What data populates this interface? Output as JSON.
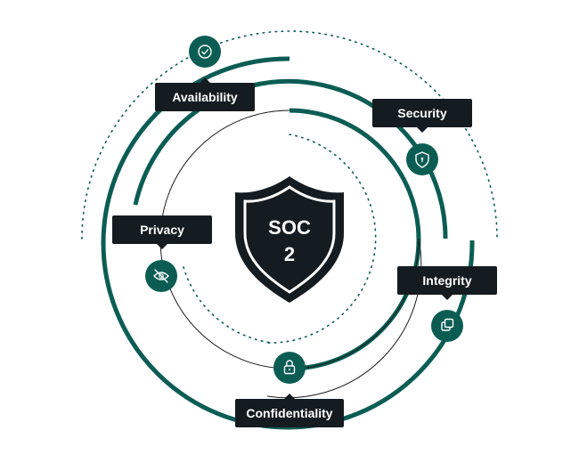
{
  "badge": {
    "line1": "SOC",
    "line2": "2"
  },
  "principles": {
    "availability": {
      "label": "Availability",
      "icon": "check-icon"
    },
    "security": {
      "label": "Security",
      "icon": "shield-icon"
    },
    "privacy": {
      "label": "Privacy",
      "icon": "eye-off-icon"
    },
    "integrity": {
      "label": "Integrity",
      "icon": "copy-icon"
    },
    "confidentiality": {
      "label": "Confidentiality",
      "icon": "lock-icon"
    }
  },
  "colors": {
    "teal": "#0b5d54",
    "dark": "#141c21",
    "line": "#1c1c1c",
    "white": "#ffffff"
  }
}
